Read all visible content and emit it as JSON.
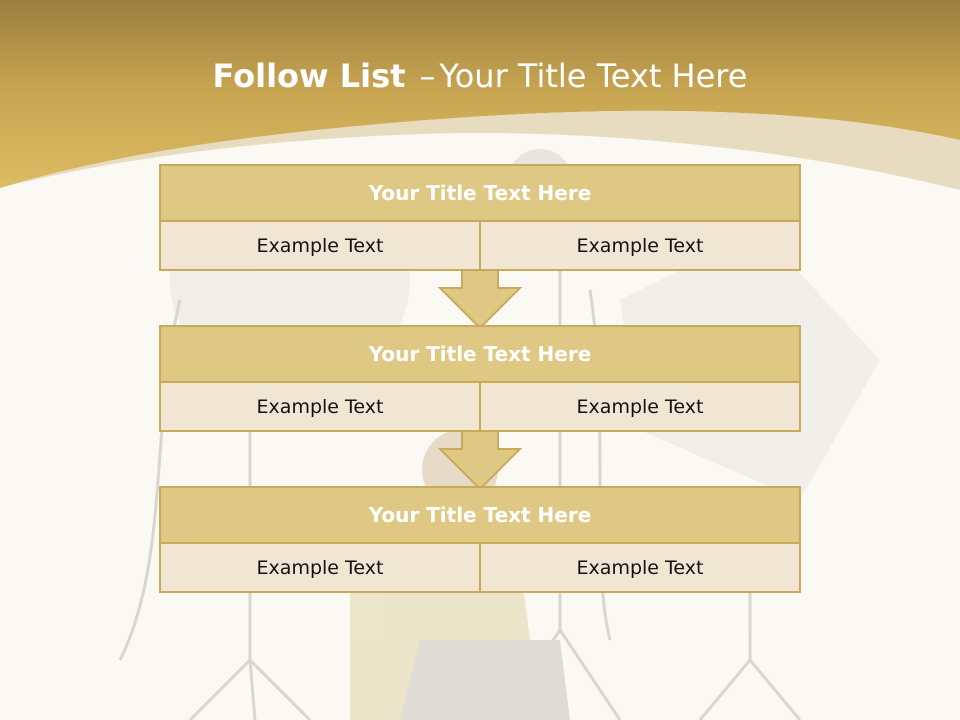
{
  "slide": {
    "title_bold": "Follow List",
    "title_separator": "–",
    "title_rest": "Your Title Text Here"
  },
  "blocks": [
    {
      "title": "Your Title Text Here",
      "left": "Example Text",
      "right": "Example Text"
    },
    {
      "title": "Your Title Text Here",
      "left": "Example Text",
      "right": "Example Text"
    },
    {
      "title": "Your Title Text Here",
      "left": "Example Text",
      "right": "Example Text"
    }
  ],
  "colors": {
    "header_gold": "#d9b65e",
    "block_title_fill": "#dfc883",
    "block_cell_fill": "#f1e6d3",
    "border": "#c9aa5a"
  }
}
